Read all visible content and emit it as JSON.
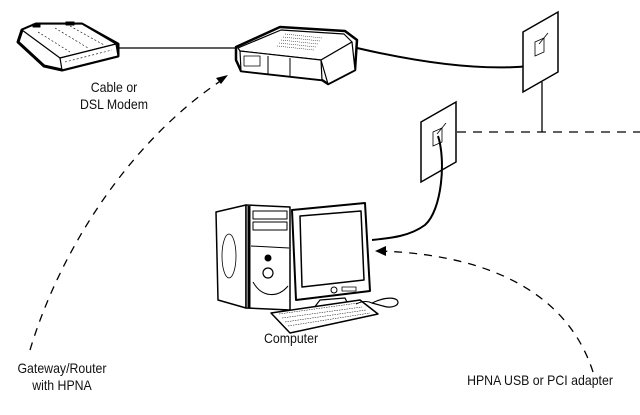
{
  "diagram": {
    "title": "HPNA home network connection",
    "nodes": [
      {
        "id": "modem",
        "label_line1": "Cable or",
        "label_line2": "DSL Modem",
        "icon": "modem-icon"
      },
      {
        "id": "gateway",
        "label_line1": "Gateway/Router",
        "label_line2": "with HPNA",
        "icon": "router-icon"
      },
      {
        "id": "jack_upper",
        "label": "",
        "icon": "phone-jack-icon"
      },
      {
        "id": "jack_lower",
        "label": "",
        "icon": "phone-jack-icon"
      },
      {
        "id": "computer",
        "label": "Computer",
        "icon": "desktop-computer-icon"
      },
      {
        "id": "adapter",
        "label": "HPNA USB or PCI adapter",
        "icon": ""
      }
    ],
    "edges": [
      {
        "from": "modem",
        "to": "gateway",
        "style": "solid",
        "kind": "cable"
      },
      {
        "from": "gateway",
        "to": "jack_upper",
        "style": "solid",
        "kind": "phone cord"
      },
      {
        "from": "jack_upper",
        "to": "phone_line",
        "style": "solid",
        "kind": "wall wiring"
      },
      {
        "from": "jack_lower",
        "to": "phone_line",
        "style": "dashed",
        "kind": "in-wall phone line"
      },
      {
        "from": "jack_lower",
        "to": "computer",
        "style": "solid",
        "kind": "phone cord"
      },
      {
        "from": "gateway_label",
        "to": "gateway",
        "style": "dashed-arrow",
        "kind": "callout"
      },
      {
        "from": "adapter_label",
        "to": "computer",
        "style": "dashed-arrow",
        "kind": "callout"
      }
    ],
    "colors": {
      "line": "#000000",
      "background": "#ffffff"
    }
  }
}
